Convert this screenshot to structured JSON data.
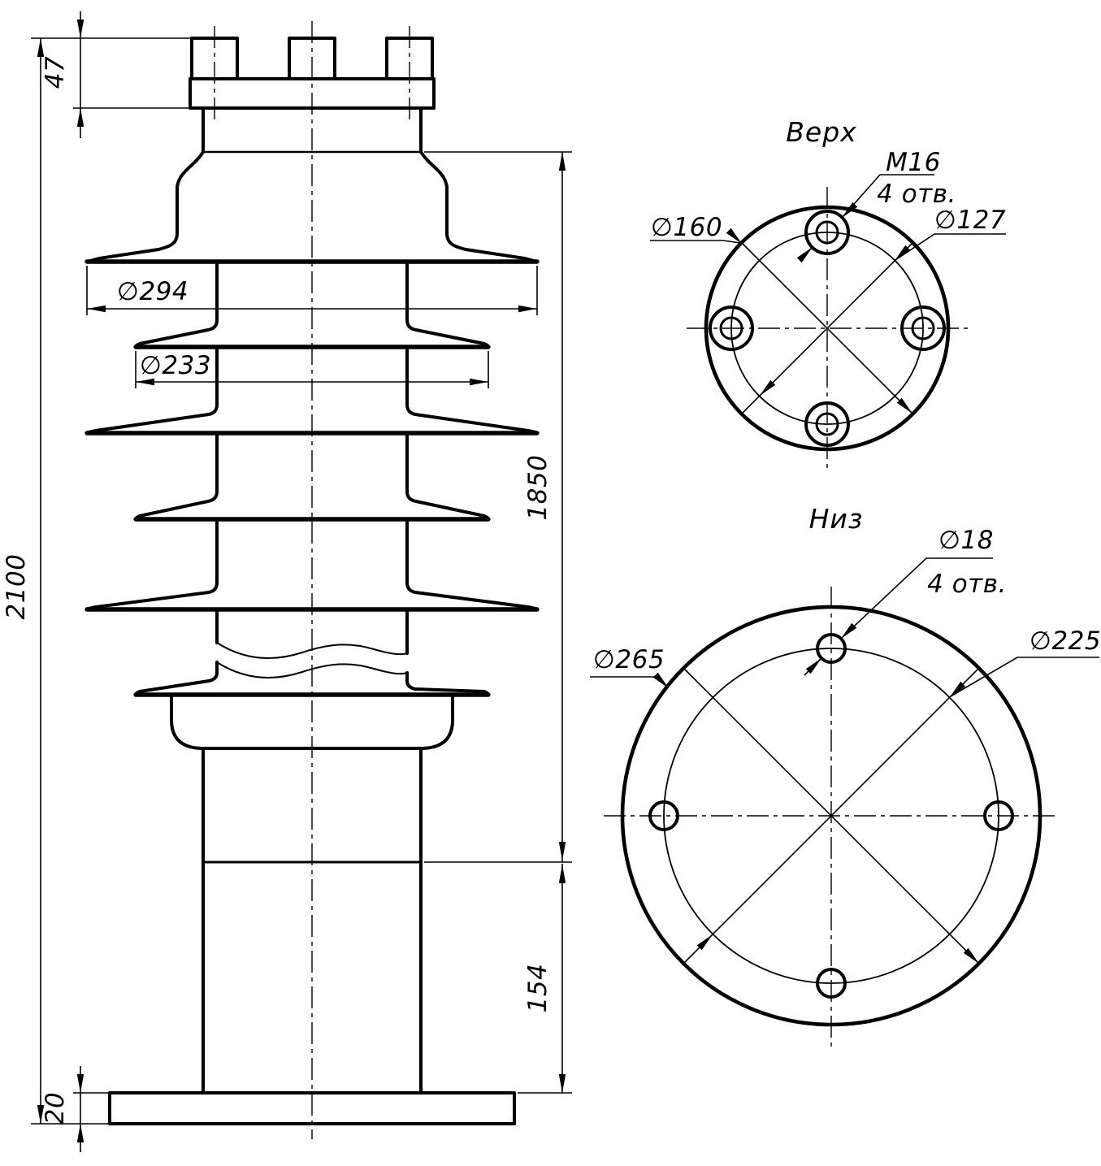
{
  "colors": {
    "line": "#000000",
    "background": "#ffffff"
  },
  "front": {
    "dim_total_height": "2100",
    "dim_cap_height": "47",
    "dim_flange_thickness": "20",
    "dim_insulation_height": "1850",
    "dim_base_height": "154",
    "dim_shed_large": "∅294",
    "dim_shed_small": "∅233"
  },
  "top_view": {
    "title": "Верх",
    "thread_label": "M16",
    "holes_label": "4 отв.",
    "dim_outer": "∅160",
    "dim_bolt_circle": "∅127"
  },
  "bottom_view": {
    "title": "Низ",
    "dim_hole": "∅18",
    "holes_label": "4 отв.",
    "dim_outer": "∅265",
    "dim_bolt_circle": "∅225"
  }
}
